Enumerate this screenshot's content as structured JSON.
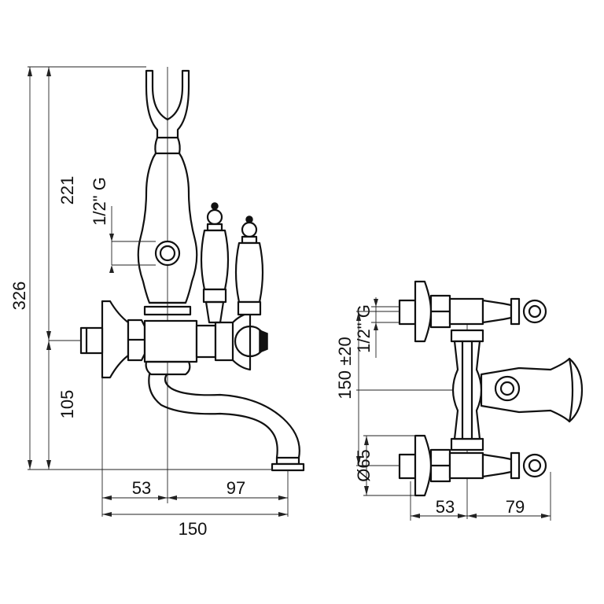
{
  "diagram": {
    "side_view": {
      "dims": {
        "total_height": "326",
        "upper_height": "221",
        "lower_height": "105",
        "thread": "1/2\" G",
        "left_offset": "53",
        "right_offset": "97",
        "total_width": "150"
      }
    },
    "front_view": {
      "dims": {
        "thread": "1/2\" G",
        "spacing": "150 ±20",
        "diameter": "Ø65",
        "left_offset": "53",
        "right_offset": "79"
      }
    }
  }
}
